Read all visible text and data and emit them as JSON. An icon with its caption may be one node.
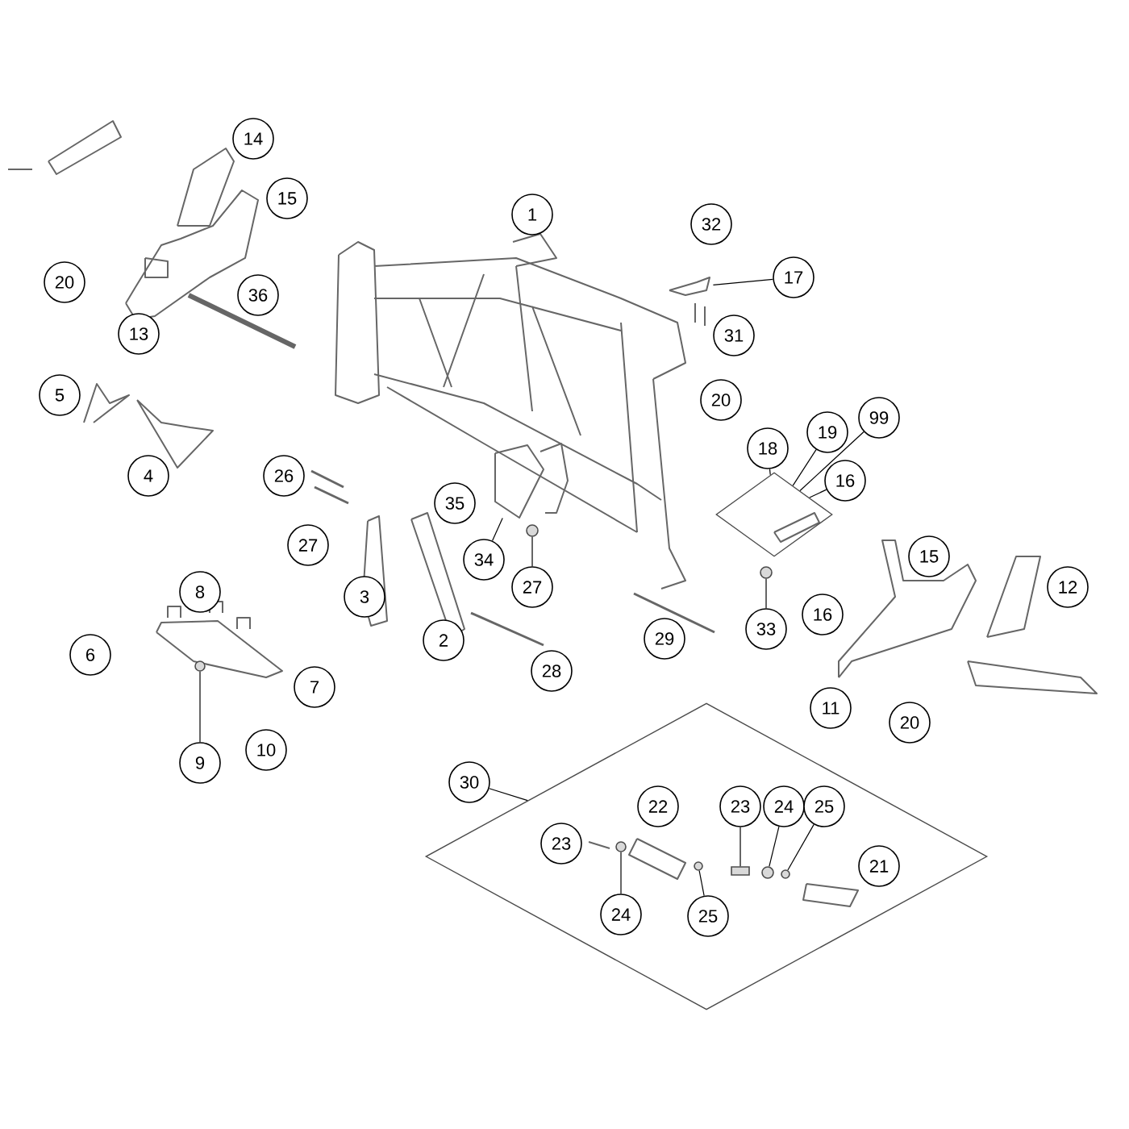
{
  "diagram": {
    "nodes": [
      {
        "text": [
          "1"
        ]
      },
      {
        "text": [
          "14"
        ]
      },
      {
        "text": [
          "15"
        ]
      },
      {
        "text": [
          "20"
        ]
      },
      {
        "text": [
          "36"
        ]
      },
      {
        "text": [
          "13"
        ]
      },
      {
        "text": [
          "32"
        ]
      },
      {
        "text": [
          "17"
        ]
      },
      {
        "text": [
          "31"
        ]
      },
      {
        "text": [
          "5"
        ]
      },
      {
        "text": [
          "4"
        ]
      },
      {
        "text": [
          "26"
        ]
      },
      {
        "text": [
          "20"
        ]
      },
      {
        "text": [
          "18"
        ]
      },
      {
        "text": [
          "19"
        ]
      },
      {
        "text": [
          "99"
        ]
      },
      {
        "text": [
          "16"
        ]
      },
      {
        "text": [],
        "shape": "diamond"
      },
      {
        "text": [
          "35"
        ]
      },
      {
        "text": [
          "27"
        ]
      },
      {
        "text": [
          "34"
        ]
      },
      {
        "text": [
          "27"
        ]
      },
      {
        "text": [
          "3"
        ]
      },
      {
        "text": [
          "15"
        ]
      },
      {
        "text": [
          "12"
        ]
      },
      {
        "text": [
          "8"
        ]
      },
      {
        "text": [
          "6"
        ]
      },
      {
        "text": [
          "7"
        ]
      },
      {
        "text": [
          "2"
        ]
      },
      {
        "text": [
          "28"
        ]
      },
      {
        "text": [
          "29"
        ]
      },
      {
        "text": [
          "33"
        ]
      },
      {
        "text": [
          "16"
        ]
      },
      {
        "text": [
          "11"
        ]
      },
      {
        "text": [
          "20"
        ]
      },
      {
        "text": [
          "9"
        ]
      },
      {
        "text": [
          "10"
        ]
      },
      {
        "text": [
          "30"
        ]
      },
      {
        "text": [],
        "shape": "diamond"
      },
      {
        "text": [
          "22"
        ],
        "in": 38
      },
      {
        "text": [
          "23"
        ],
        "in": 38
      },
      {
        "text": [
          "24"
        ],
        "in": 38
      },
      {
        "text": [
          "25"
        ],
        "in": 38
      },
      {
        "text": [
          "23"
        ],
        "in": 38
      },
      {
        "text": [
          "21"
        ],
        "in": 38
      },
      {
        "text": [
          "24"
        ],
        "in": 38
      },
      {
        "text": [
          "25"
        ],
        "in": 38
      },
      {
        "text": [],
        "shape": "picture"
      },
      {
        "text": [],
        "shape": "circle"
      },
      {
        "text": [],
        "shape": "circle"
      },
      {
        "text": [],
        "shape": "circle"
      },
      {
        "text": [],
        "shape": "picture"
      },
      {
        "text": [],
        "shape": "box",
        "in": 38
      },
      {
        "text": [],
        "shape": "circle",
        "in": 38
      },
      {
        "text": [],
        "shape": "circle",
        "in": 38
      },
      {
        "text": [],
        "shape": "circle",
        "in": 38
      },
      {
        "text": [],
        "shape": "circle",
        "in": 38
      }
    ],
    "edges": [
      {
        "from": 7,
        "to": 47,
        "arrow": "none"
      },
      {
        "from": 13,
        "to": 17,
        "arrow": "none"
      },
      {
        "from": 14,
        "to": 17,
        "arrow": "none"
      },
      {
        "from": 15,
        "to": 17,
        "arrow": "none"
      },
      {
        "from": 16,
        "to": 17,
        "arrow": "none"
      },
      {
        "from": 20,
        "to": 51,
        "arrow": "none"
      },
      {
        "from": 21,
        "to": 48,
        "arrow": "none"
      },
      {
        "from": 31,
        "to": 50,
        "arrow": "none"
      },
      {
        "from": 35,
        "to": 49,
        "arrow": "none"
      },
      {
        "from": 37,
        "to": 38,
        "arrow": "none"
      },
      {
        "from": 40,
        "to": 52,
        "arrow": "none"
      },
      {
        "from": 41,
        "to": 53,
        "arrow": "none"
      },
      {
        "from": 42,
        "to": 54,
        "arrow": "none"
      },
      {
        "from": 45,
        "to": 55,
        "arrow": "none"
      },
      {
        "from": 46,
        "to": 56,
        "arrow": "none"
      }
    ]
  }
}
